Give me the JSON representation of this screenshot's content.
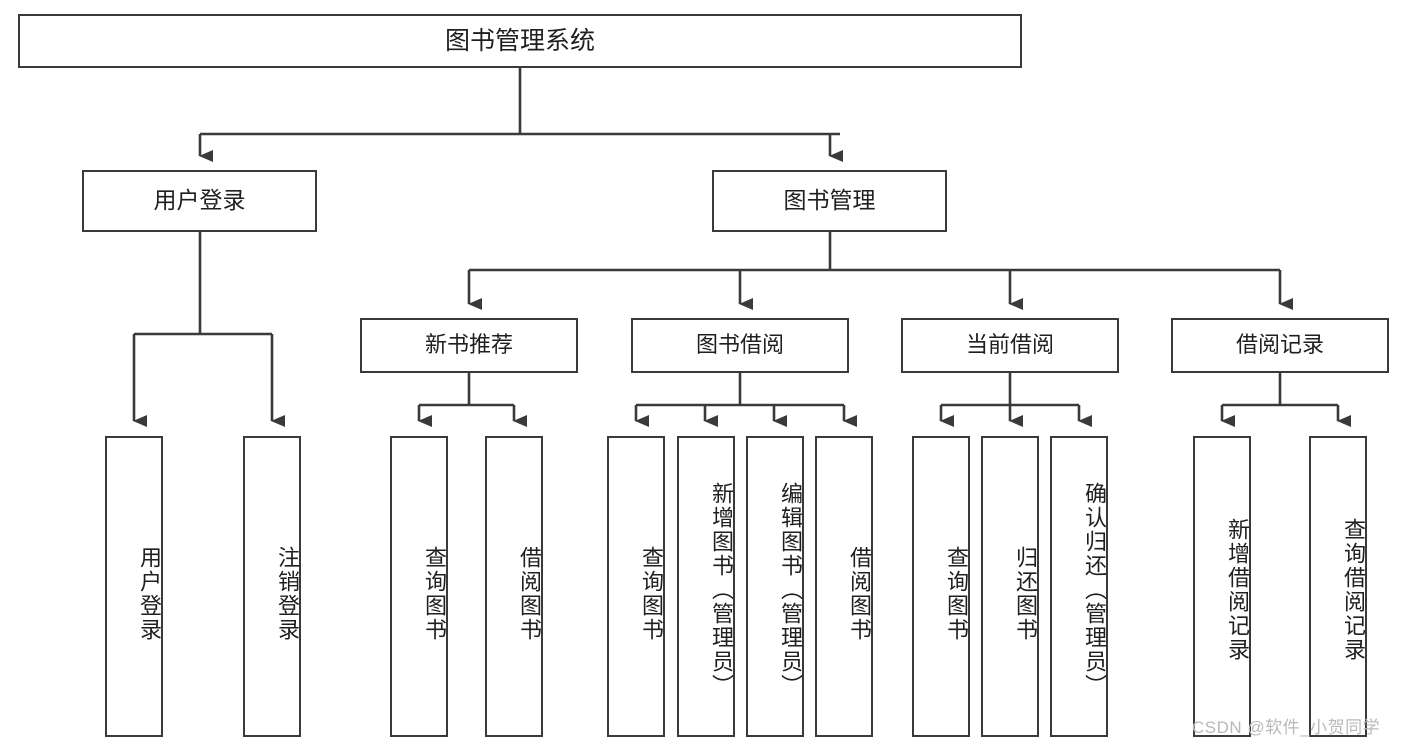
{
  "diagram": {
    "title": "图书管理系统",
    "type": "tree-hierarchy-diagram",
    "colors": {
      "background": "#ffffff",
      "box_border": "#3a3a3a",
      "box_fill": "#ffffff",
      "connector": "#3a3a3a",
      "text": "#1f1f1f",
      "watermark": "#b9b9b9"
    },
    "root": {
      "label": "图书管理系统"
    },
    "level2": [
      {
        "label": "用户登录"
      },
      {
        "label": "图书管理"
      }
    ],
    "level3": [
      {
        "label": "新书推荐"
      },
      {
        "label": "图书借阅"
      },
      {
        "label": "当前借阅"
      },
      {
        "label": "借阅记录"
      }
    ],
    "leaves": {
      "user_login": [
        {
          "label": "用户登录"
        },
        {
          "label": "注销登录"
        }
      ],
      "new_book_recommend": [
        {
          "label": "查询图书"
        },
        {
          "label": "借阅图书"
        }
      ],
      "book_borrow": [
        {
          "label": "查询图书"
        },
        {
          "label": "新增图书（管理员）"
        },
        {
          "label": "编辑图书（管理员）"
        },
        {
          "label": "借阅图书"
        }
      ],
      "current_borrow": [
        {
          "label": "查询图书"
        },
        {
          "label": "归还图书"
        },
        {
          "label": "确认归还（管理员）"
        }
      ],
      "borrow_record": [
        {
          "label": "新增借阅记录"
        },
        {
          "label": "查询借阅记录"
        }
      ]
    }
  },
  "watermark": {
    "text": "CSDN @软件_小贺同学"
  }
}
